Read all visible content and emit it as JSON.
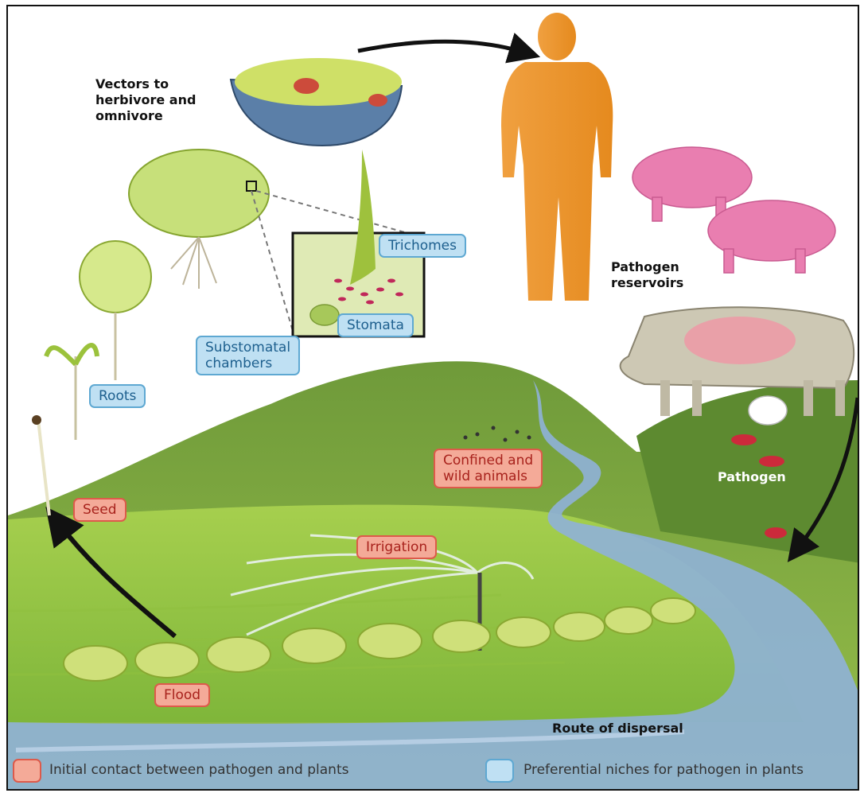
{
  "labels": {
    "vectors": [
      "Vectors to",
      "herbivore and",
      "omnivore"
    ],
    "pathogen_reservoirs": [
      "Pathogen",
      "reservoirs"
    ],
    "pathogen": "Pathogen",
    "route_of_dispersal": "Route of dispersal"
  },
  "niches": {
    "trichomes": "Trichomes",
    "stomata": "Stomata",
    "substomatal": [
      "Substomatal",
      "chambers"
    ],
    "roots": "Roots"
  },
  "contacts": {
    "seed": "Seed",
    "confined": [
      "Confined and",
      "wild animals"
    ],
    "irrigation": "Irrigation",
    "flood": "Flood"
  },
  "legend": {
    "initial_contact": "Initial contact between pathogen and plants",
    "preferential_niches": "Preferential niches for pathogen in plants",
    "colors": {
      "contact": "#f4aa98",
      "niche": "#bfe0f3"
    }
  }
}
